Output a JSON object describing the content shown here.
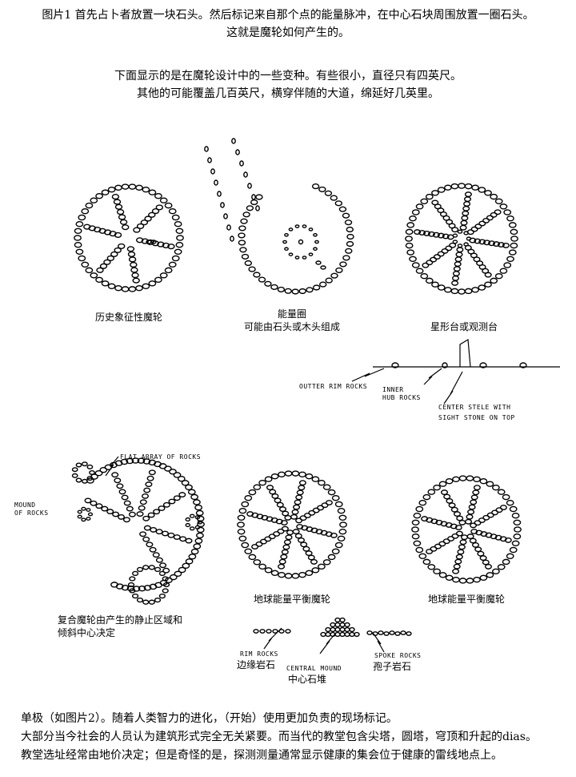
{
  "intro": {
    "lines": [
      "图片1 首先占卜者放置一块石头。然后标记来自那个点的能量脉冲，在中心石块周围放置一圈石头。",
      "这就是魔轮如何产生的。"
    ]
  },
  "variations": {
    "lines": [
      "下面显示的是在魔轮设计中的一些变种。有些很小，直径只有四英尺。",
      "其他的可能覆盖几百英尺，横穿伴随的大道，绵延好几英里。"
    ]
  },
  "figures": {
    "historic": {
      "caption": "历史象征性魔轮"
    },
    "energy_ring": {
      "caption": [
        "能量圈",
        "可能由石头或木头组成"
      ]
    },
    "star_platform": {
      "caption": "星形台或观测台",
      "labels": {
        "outer_rim": "OUTTER RIM ROCKS",
        "inner_hub": [
          "INNER",
          "HUB ROCKS"
        ],
        "center_stele": [
          "CENTER STELE WITH",
          "SIGHT STONE ON TOP"
        ]
      }
    },
    "composite": {
      "caption": [
        "复合魔轮由产生的静止区域和",
        "倾斜中心决定"
      ],
      "labels": {
        "flat_array": "FLAT ARRAY OF ROCKS",
        "mound": [
          "MOUND",
          "OF ROCKS"
        ]
      }
    },
    "earth_balance_1": {
      "caption": "地球能量平衡魔轮"
    },
    "earth_balance_2": {
      "caption": "地球能量平衡魔轮"
    },
    "cross_section": {
      "rim_label": "RIM ROCKS",
      "rim_caption": "边缘岩石",
      "center_label": "CENTRAL MOUND",
      "center_caption": "中心石堆",
      "spoke_label": "SPOKE ROCKS",
      "spoke_caption": "孢子岩石"
    }
  },
  "footer": {
    "lines": [
      "单极（如图片2）。随着人类智力的进化，（开始）使用更加负责的现场标记。",
      "大部分当今社会的人员认为建筑形式完全无关紧要。而当代的教堂包含尖塔，圆塔，穹顶和升起的dias。",
      "教堂选址经常由地价决定；但是奇怪的是，探测测量通常显示健康的集会位于健康的雷线地点上。"
    ]
  }
}
